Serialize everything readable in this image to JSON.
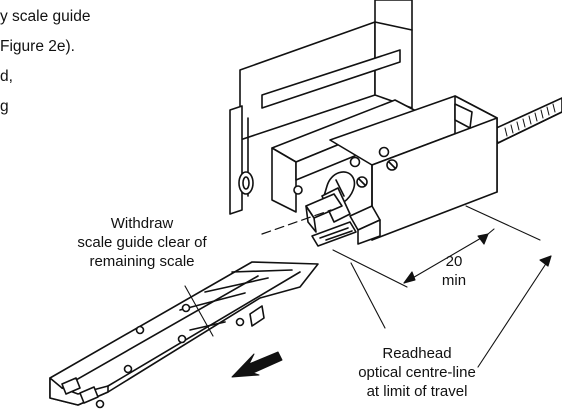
{
  "text_fragments": {
    "line1": "y scale guide",
    "line2": " Figure 2e).",
    "line3": "d,",
    "line4": "g"
  },
  "labels": {
    "withdraw": [
      "Withdraw",
      "scale guide clear of",
      "remaining scale"
    ],
    "dimension_value": "20",
    "dimension_unit": "min",
    "readhead": [
      "Readhead",
      "optical centre-line",
      "at limit of travel"
    ]
  },
  "icons": [
    "arrow-left-down-icon"
  ],
  "colors": {
    "ink": "#111111",
    "background": "#ffffff"
  }
}
